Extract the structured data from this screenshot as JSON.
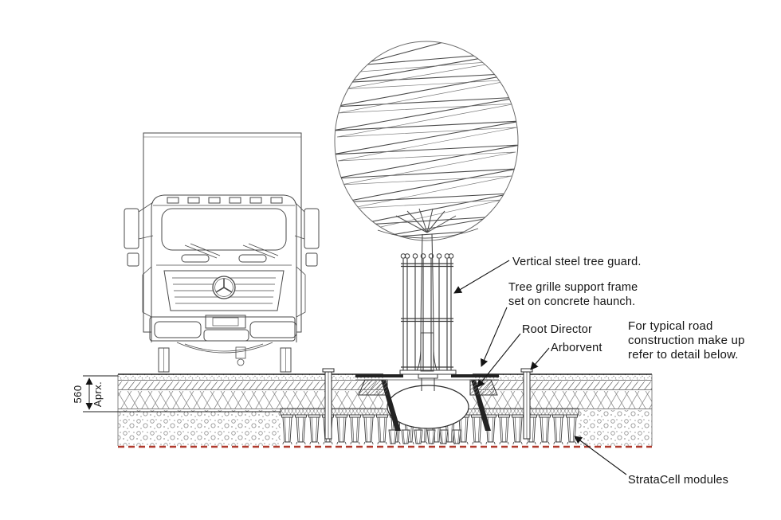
{
  "labels": {
    "tree_guard": "Vertical steel tree guard.",
    "grille_line1": "Tree grille support frame",
    "grille_line2": "set on concrete haunch.",
    "root_director": "Root Director",
    "arborvent": "Arborvent",
    "stratacell": "StrataCell modules"
  },
  "note": {
    "line1": "For typical road",
    "line2": "construction make up",
    "line3": "refer to detail below."
  },
  "dimension": {
    "value": "560",
    "suffix": "Aprx."
  },
  "colors": {
    "line": "#3c3c3c",
    "heavy_line": "#1f1f1f",
    "subgrade_marker_red": "#b03a2e"
  }
}
